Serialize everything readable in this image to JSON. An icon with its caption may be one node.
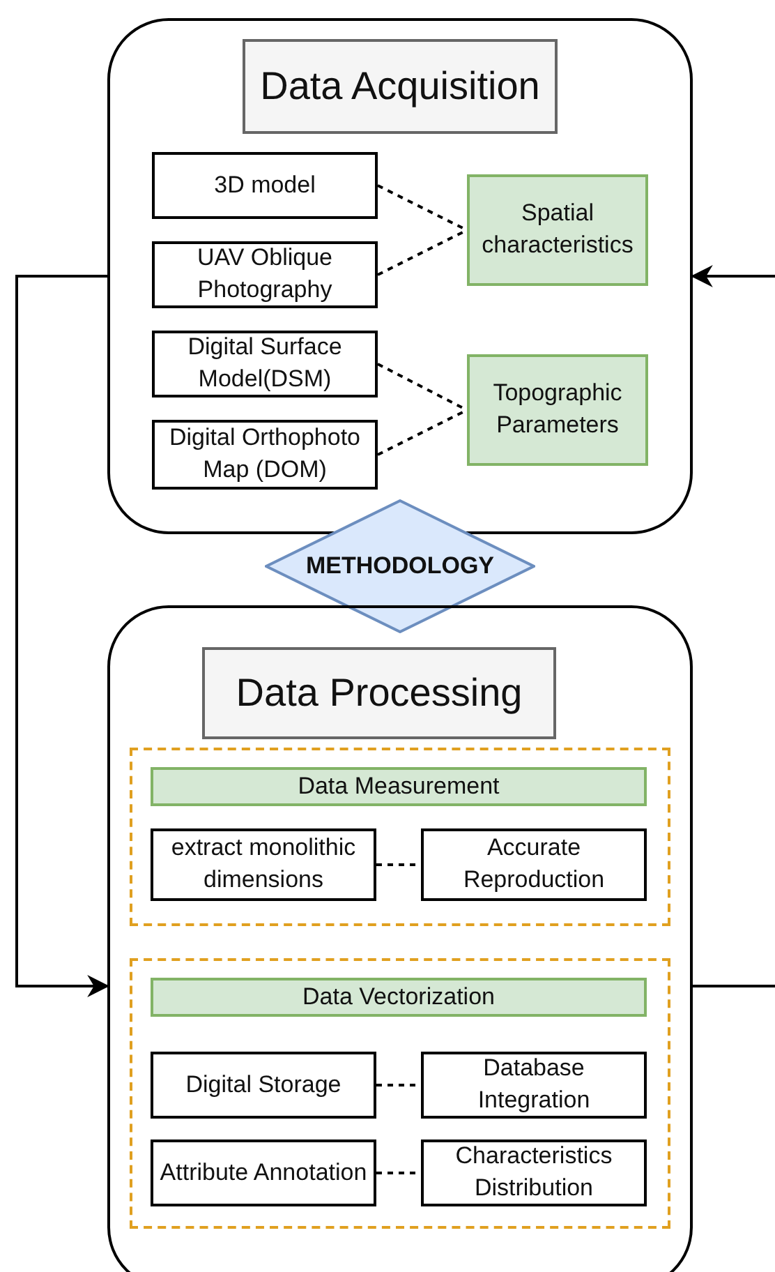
{
  "diagram": {
    "nodes": [
      {
        "text": [],
        "shape": "box"
      },
      {
        "text": [
          "Data Acquisition"
        ],
        "in": 0
      },
      {
        "text": [
          "3D model"
        ],
        "in": 0
      },
      {
        "text": [
          "UAV Oblique Photography"
        ],
        "in": 0
      },
      {
        "text": [
          "Spatial characteristics"
        ],
        "in": 0
      },
      {
        "text": [
          "Digital Surface Model(DSM)"
        ],
        "in": 0
      },
      {
        "text": [
          "Digital Orthophoto Map (DOM)"
        ],
        "in": 0
      },
      {
        "text": [
          "Topographic Parameters"
        ],
        "in": 0
      },
      {
        "text": [
          "METHODOLOGY"
        ]
      },
      {
        "text": [],
        "shape": "box"
      },
      {
        "text": [
          "Data Processing"
        ],
        "in": 9
      },
      {
        "text": [],
        "shape": "box",
        "in": 9
      },
      {
        "text": [
          "Data Measurement"
        ],
        "in": 11
      },
      {
        "text": [
          "extract monolithic dimensions"
        ],
        "in": 11
      },
      {
        "text": [
          "Accurate Reproduction"
        ],
        "in": 11
      },
      {
        "text": [],
        "shape": "box",
        "in": 9
      },
      {
        "text": [
          "Data Vectorization"
        ],
        "in": 15
      },
      {
        "text": [
          "Digital Storage"
        ],
        "in": 15
      },
      {
        "text": [
          "Database Integration"
        ],
        "in": 15
      },
      {
        "text": [
          "Attribute Annotation"
        ],
        "in": 15
      },
      {
        "text": [
          "Characteristics Distribution"
        ],
        "in": 15
      }
    ],
    "edges": [
      {
        "from": 2,
        "to": 4,
        "arrow": "none",
        "style": "dashed"
      },
      {
        "from": 3,
        "to": 4,
        "arrow": "none",
        "style": "dashed"
      },
      {
        "from": 5,
        "to": 7,
        "arrow": "none",
        "style": "dashed"
      },
      {
        "from": 6,
        "to": 7,
        "arrow": "none",
        "style": "dashed"
      },
      {
        "from": 13,
        "to": 14,
        "arrow": "none",
        "style": "dashed"
      },
      {
        "from": 17,
        "to": 18,
        "arrow": "none",
        "style": "dashed"
      },
      {
        "from": 19,
        "to": 20,
        "arrow": "none",
        "style": "dashed"
      },
      {
        "from": 0,
        "to": 9,
        "arrow": "to"
      },
      {
        "from": 9,
        "to": 0,
        "arrow": "to"
      }
    ]
  }
}
